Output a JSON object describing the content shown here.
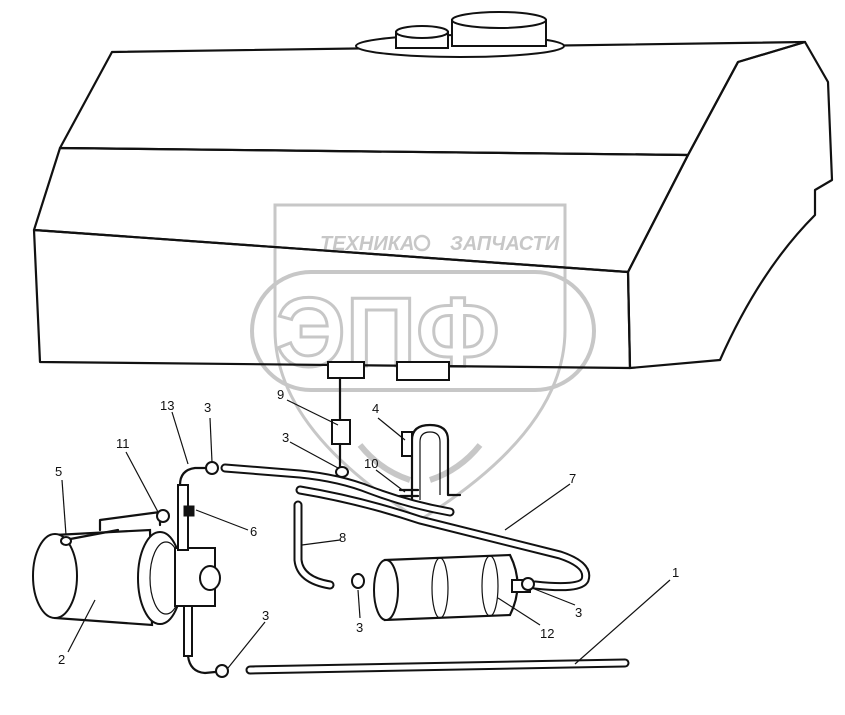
{
  "watermark": {
    "top_left": "ТЕХНИКА",
    "top_right": "ЗАПЧАСТИ",
    "big": "ЭПФ"
  },
  "callouts": [
    {
      "id": "c1",
      "label": "1"
    },
    {
      "id": "c2",
      "label": "2"
    },
    {
      "id": "c3a",
      "label": "3"
    },
    {
      "id": "c3b",
      "label": "3"
    },
    {
      "id": "c3c",
      "label": "3"
    },
    {
      "id": "c3d",
      "label": "3"
    },
    {
      "id": "c3e",
      "label": "3"
    },
    {
      "id": "c4",
      "label": "4"
    },
    {
      "id": "c5",
      "label": "5"
    },
    {
      "id": "c6",
      "label": "6"
    },
    {
      "id": "c7",
      "label": "7"
    },
    {
      "id": "c8",
      "label": "8"
    },
    {
      "id": "c9",
      "label": "9"
    },
    {
      "id": "c10",
      "label": "10"
    },
    {
      "id": "c11",
      "label": "11"
    },
    {
      "id": "c12",
      "label": "12"
    },
    {
      "id": "c13",
      "label": "13"
    }
  ]
}
